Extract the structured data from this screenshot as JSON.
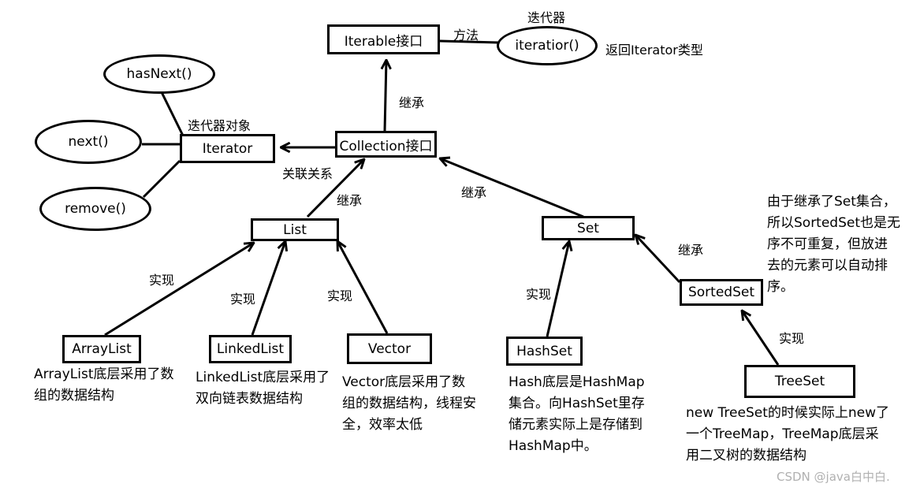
{
  "nodes": {
    "iterable": "Iterable接口",
    "iterator_method": "iteratior()",
    "collection": "Collection接口",
    "iterator": "Iterator",
    "hasnext": "hasNext()",
    "next": "next()",
    "remove": "remove()",
    "list": "List",
    "set": "Set",
    "sortedset": "SortedSet",
    "arraylist": "ArrayList",
    "linkedlist": "LinkedList",
    "vector": "Vector",
    "hashset": "HashSet",
    "treeset": "TreeSet"
  },
  "labels": {
    "iterator_caption": "迭代器",
    "method": "方法",
    "returns": "返回Iterator类型",
    "inherit": "继承",
    "iterator_object": "迭代器对象",
    "association": "关联关系",
    "implement": "实现"
  },
  "notes": {
    "sortedset": [
      "由于继承了Set集合，",
      "所以SortedSet也是无",
      "序不可重复，但放进",
      "去的元素可以自动排",
      "序。"
    ],
    "arraylist": [
      "ArrayList底层采用了数",
      "组的数据结构"
    ],
    "linkedlist": [
      "LinkedList底层采用了",
      "双向链表数据结构"
    ],
    "vector": [
      "Vector底层采用了数",
      "组的数据结构，线程安",
      "全，效率太低"
    ],
    "hashset": [
      "Hash底层是HashMap",
      "集合。向HashSet里存",
      "储元素实际上是存储到",
      "HashMap中。"
    ],
    "treeset": [
      "new TreeSet的时候实际上new了",
      "一个TreeMap，TreeMap底层采",
      "用二叉树的数据结构"
    ]
  },
  "watermark": "CSDN @java白中白."
}
